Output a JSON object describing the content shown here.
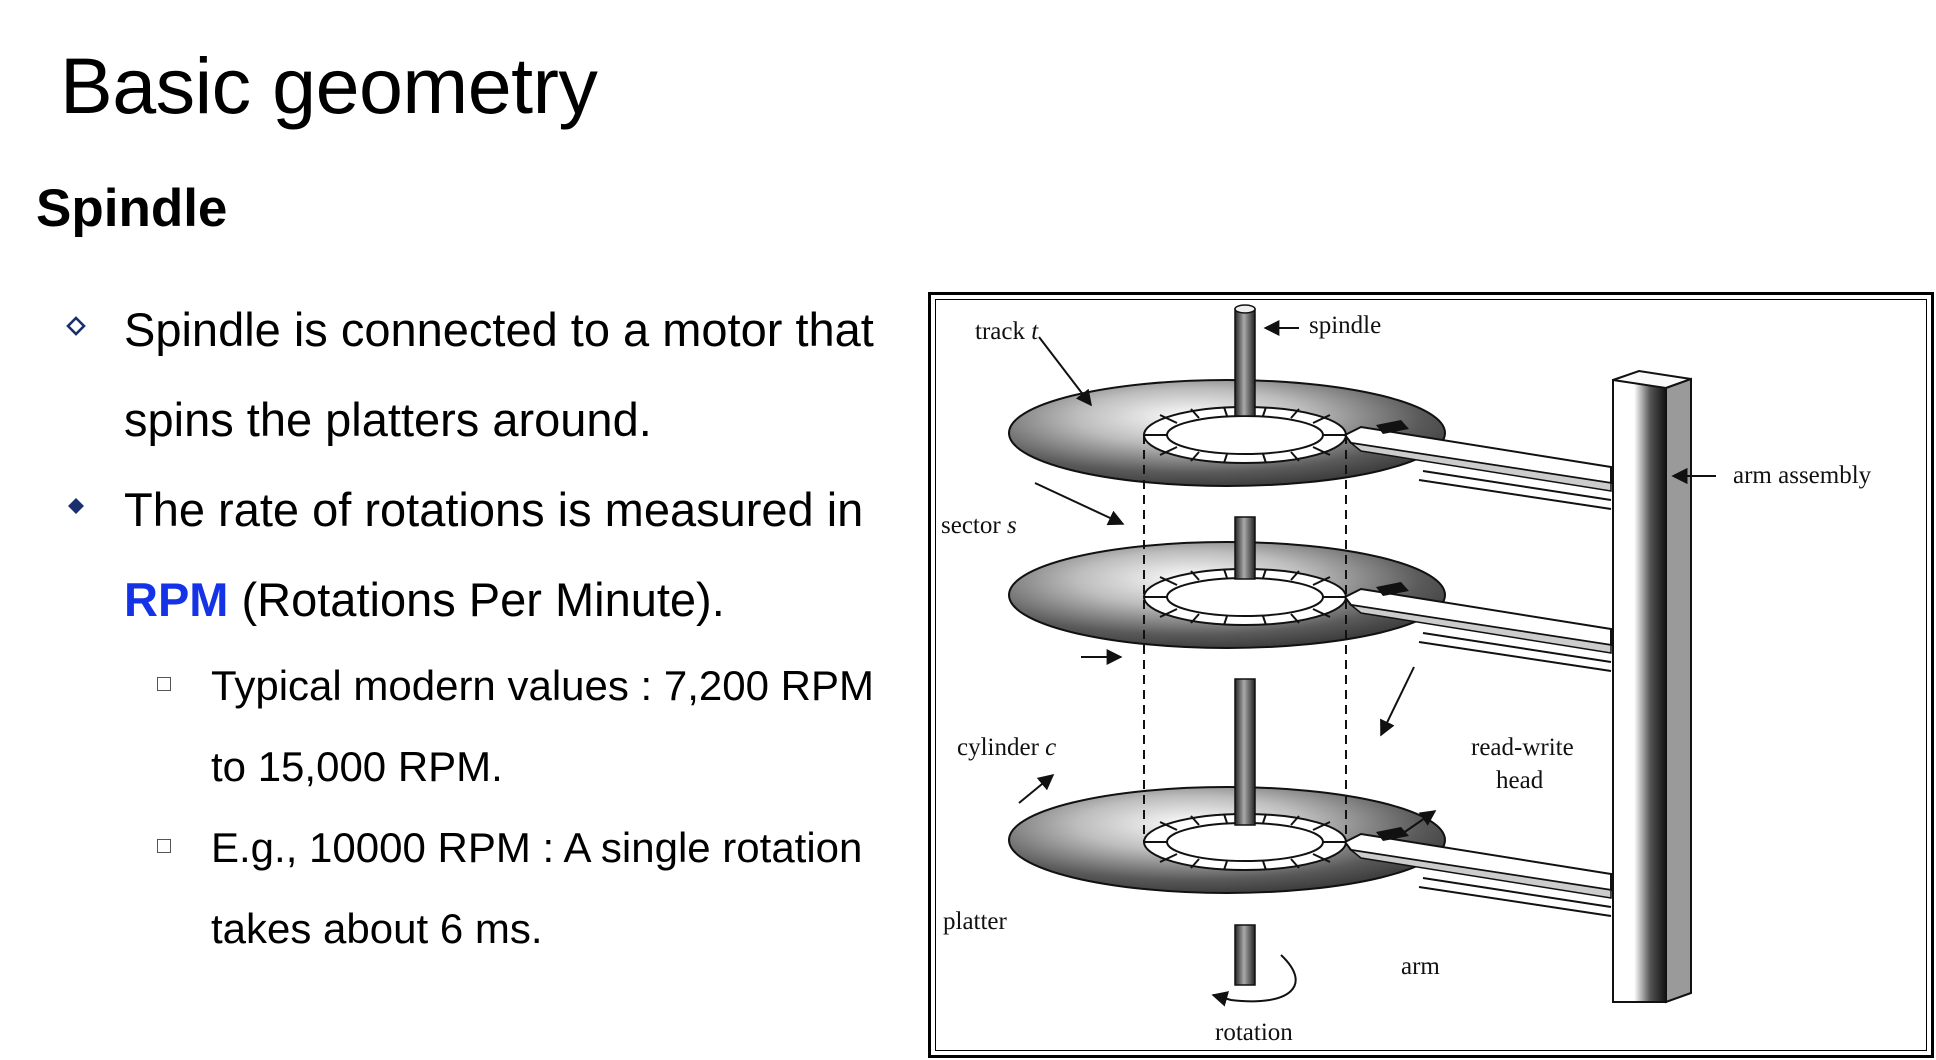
{
  "slide": {
    "title": "Basic geometry",
    "section": "Spindle"
  },
  "bullets": [
    {
      "line1": "Spindle is connected to a motor that",
      "line2": "spins the platters around."
    },
    {
      "line1": "The rate of rotations is measured in",
      "highlight": "RPM",
      "line2_rest": " (Rotations Per Minute)."
    }
  ],
  "sub_bullets": [
    {
      "line1": "Typical modern values : 7,200 RPM",
      "line2": "to 15,000 RPM."
    },
    {
      "line1": "E.g., 10000 RPM : A single rotation",
      "line2": "takes about 6 ms."
    }
  ],
  "colors": {
    "accent": "#1432e6",
    "bullet_marker": "#1a2f6e"
  },
  "diagram": {
    "labels": {
      "track": "track",
      "track_var": "t",
      "spindle": "spindle",
      "arm_assembly": "arm assembly",
      "sector": "sector",
      "sector_var": "s",
      "cylinder": "cylinder",
      "cylinder_var": "c",
      "read_write": "read-write",
      "head": "head",
      "platter": "platter",
      "arm": "arm",
      "rotation": "rotation"
    }
  }
}
